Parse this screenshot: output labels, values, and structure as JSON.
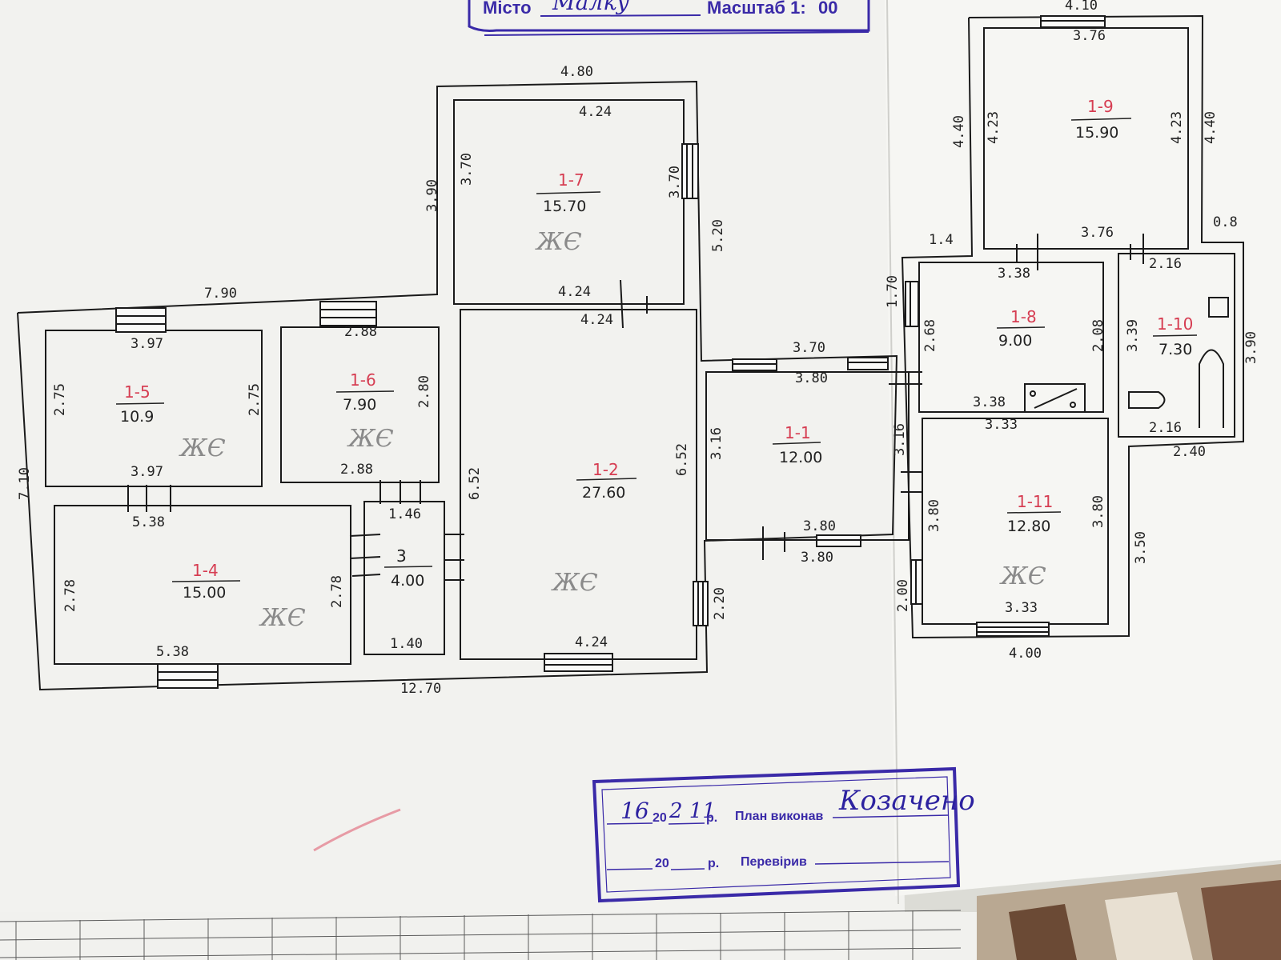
{
  "header_stamp": {
    "city_label": "Місто",
    "city_value": "Малку",
    "scale_label": "Масштаб 1:",
    "scale_value": "00"
  },
  "rooms": [
    {
      "id": "1-1",
      "area": "12.00"
    },
    {
      "id": "1-2",
      "area": "27.60"
    },
    {
      "id": "3",
      "area": "4.00"
    },
    {
      "id": "1-4",
      "area": "15.00"
    },
    {
      "id": "1-5",
      "area": "10.9"
    },
    {
      "id": "1-6",
      "area": "7.90"
    },
    {
      "id": "1-7",
      "area": "15.70"
    },
    {
      "id": "1-8",
      "area": "9.00"
    },
    {
      "id": "1-9",
      "area": "15.90"
    },
    {
      "id": "1-10",
      "area": "7.30"
    },
    {
      "id": "1-11",
      "area": "12.80"
    }
  ],
  "living_mark": "ЖЄ",
  "dimensions": {
    "total_width": "12.70",
    "left_height": "7.10",
    "top_left_span": "7.90",
    "r7_outer_top": "4.80",
    "r7_outer_left": "3.90",
    "r7_outer_right": "5.20",
    "r7_top": "4.24",
    "r7_left": "3.70",
    "r7_right": "3.70",
    "r7_bottom": "4.24",
    "r2_top": "4.24",
    "r2_left": "6.52",
    "r2_right": "6.52",
    "r2_bottom": "4.24",
    "r5_top": "3.97",
    "r5_left": "2.75",
    "r5_right": "2.75",
    "r5_bottom": "3.97",
    "r6_top": "2.88",
    "r6_right": "2.80",
    "r6_bottom": "2.88",
    "r4_top": "5.38",
    "r4_left": "2.78",
    "r4_right": "2.78",
    "r4_bottom": "5.38",
    "r3_top": "1.46",
    "r3_bottom": "1.40",
    "r1_top_outer": "3.70",
    "r1_top": "3.80",
    "r1_left": "3.16",
    "r1_right": "3.16",
    "r1_bottom": "3.80",
    "r1_bottom_outer": "3.80",
    "r2_ext_right": "2.20",
    "r1_ext_right": "1.70",
    "r9_outer_top": "4.10",
    "r9_top": "3.76",
    "r9_left": "4.23",
    "r9_right": "4.23",
    "r9_outer_left": "4.40",
    "r9_outer_right": "4.40",
    "r9_bottom": "3.76",
    "step_left": "1.4",
    "step_right": "0.8",
    "r8_top": "3.38",
    "r8_left": "2.68",
    "r8_right": "2.08",
    "r8_bottom": "3.38",
    "r10_top": "2.16",
    "r10_left": "3.39",
    "r10_bottom": "2.16",
    "r10_outer_right": "3.90",
    "r10_outer_bottom": "2.40",
    "r11_top": "3.33",
    "r11_left": "3.80",
    "r11_right": "3.80",
    "r11_bottom": "3.33",
    "r11_outer_left": "2.00",
    "r11_outer_bottom": "4.00",
    "r11_outer_right": "3.50"
  },
  "footer_stamp": {
    "date_day": "16",
    "date_prefix": "20",
    "date_year": "2 11",
    "year_suffix": "р.",
    "executed_label": "План виконав",
    "executed_by": "Козачено",
    "date2_prefix": "20",
    "year2_suffix": "р.",
    "checked_label": "Перевірив"
  },
  "colors": {
    "stamp_ink": "#3a2aa8",
    "room_id_red": "#d63d52",
    "line_black": "#1a1a1a",
    "paper": "#f4f4f1"
  }
}
